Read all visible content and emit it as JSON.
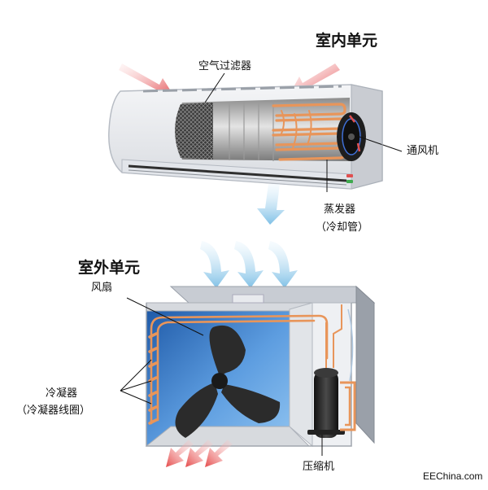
{
  "indoor": {
    "title": "室内单元",
    "air_filter": "空气过滤器",
    "blower": "通风机",
    "evaporator": "蒸发器",
    "evaporator_note": "（冷却管）"
  },
  "outdoor": {
    "title": "室外单元",
    "fan": "风扇",
    "condenser": "冷凝器",
    "condenser_note": "（冷凝器线圈）",
    "compressor": "压缩机"
  },
  "credit": "EEChina.com",
  "colors": {
    "hot_air": "#e4585c",
    "cool_air": "#8fc9ea",
    "tubing": "#e8955a",
    "casing_blue": "#3a78c6",
    "fan": "#2b2b2b"
  }
}
